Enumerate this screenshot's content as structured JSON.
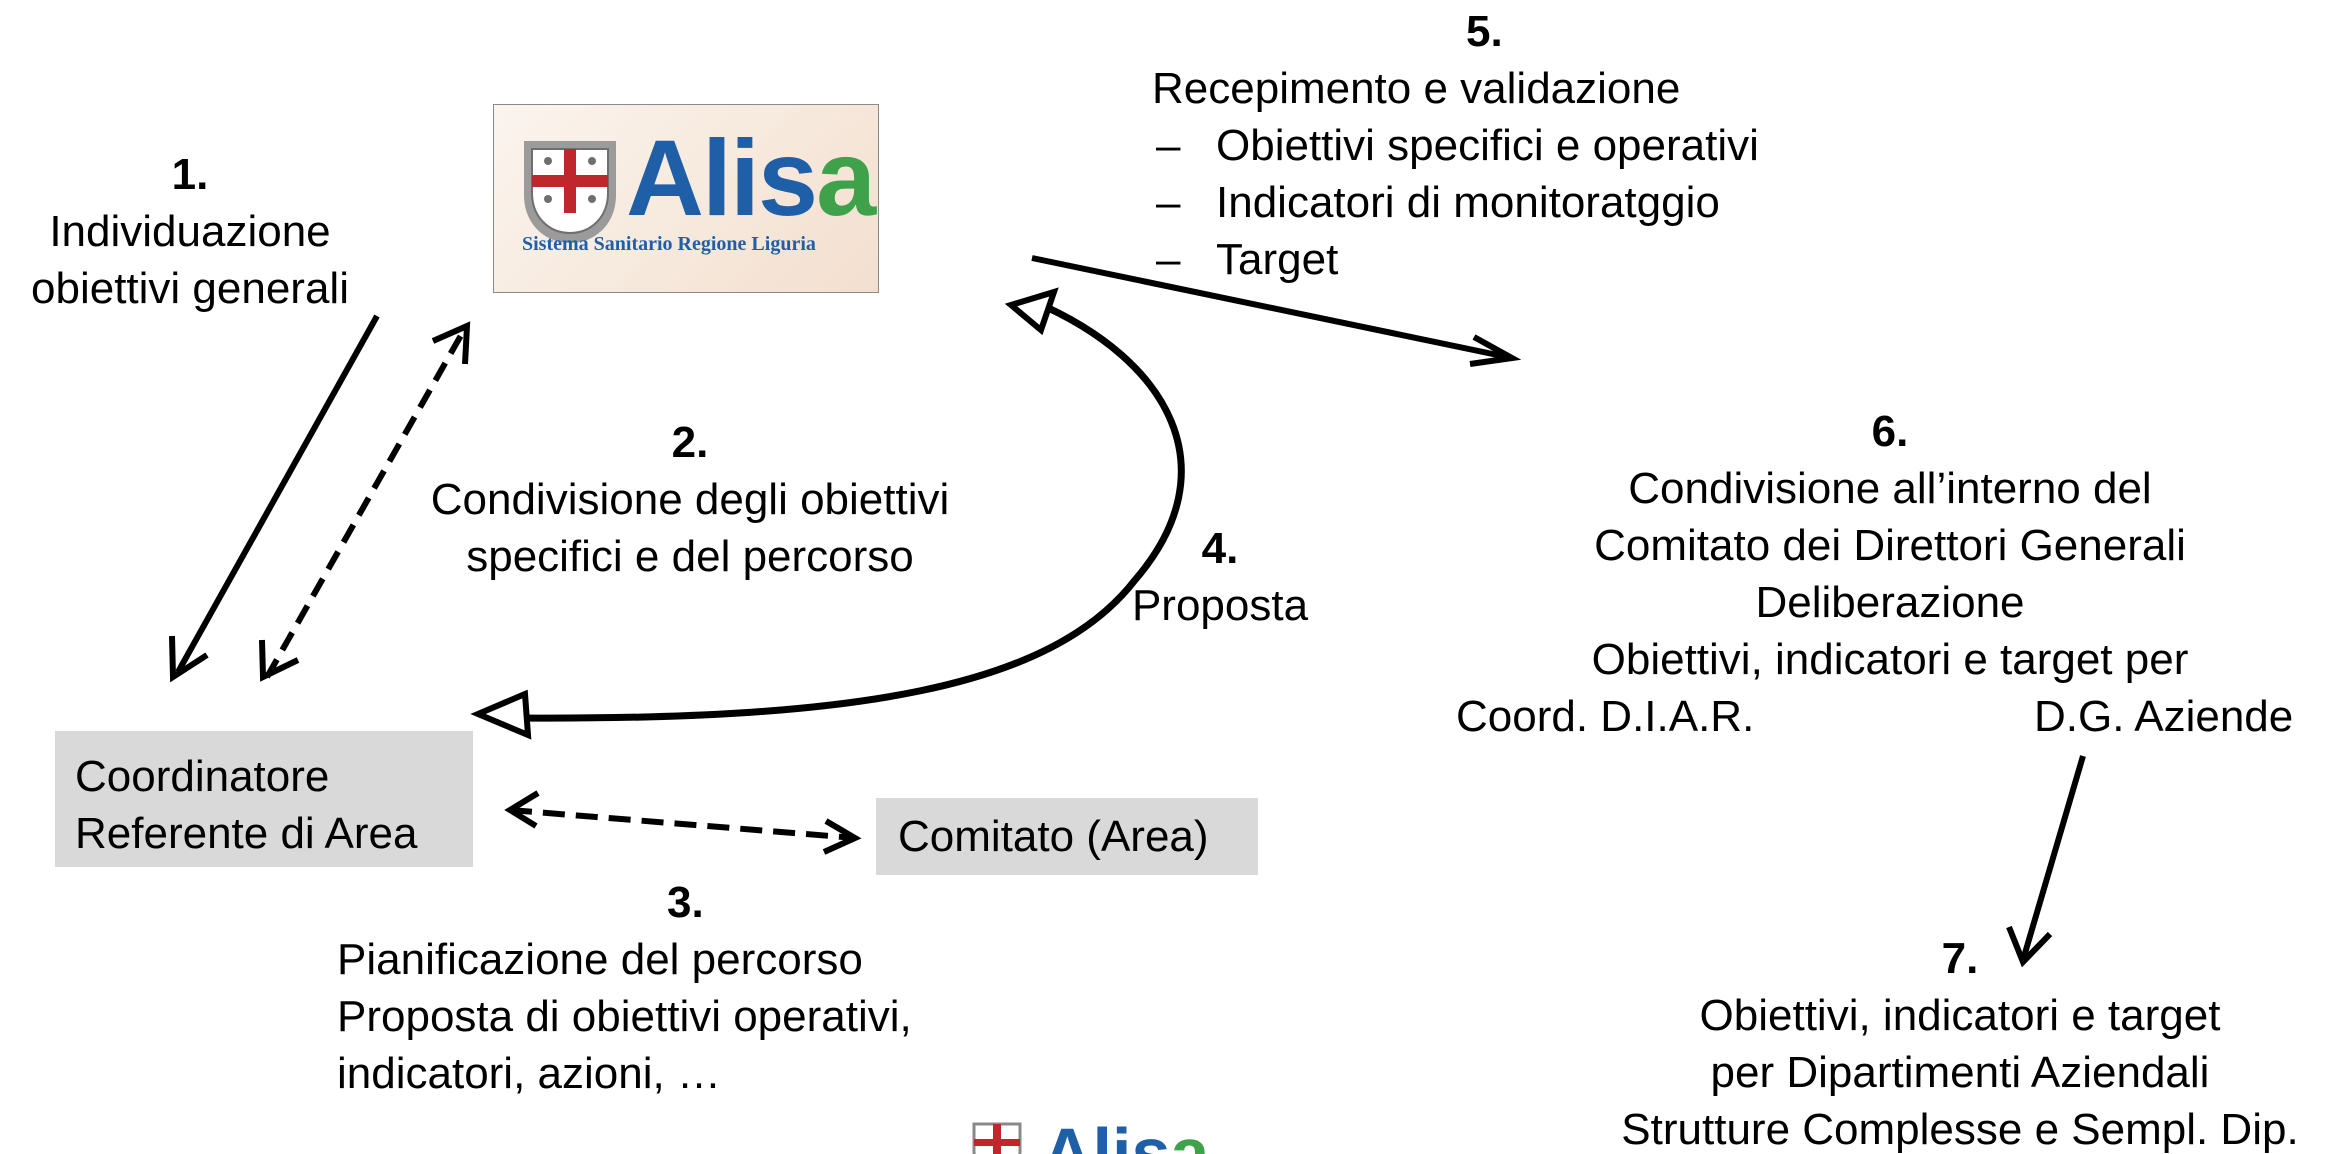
{
  "logo": {
    "word_main": "Alis",
    "word_accent": "a",
    "subtitle": "Sistema Sanitario Regione Liguria",
    "colors": {
      "blue": "#1f5fa8",
      "green": "#3fa14a",
      "shield_red": "#c0272d"
    }
  },
  "steps": {
    "s1": {
      "number": "1.",
      "lines": [
        "Individuazione",
        "obiettivi generali"
      ]
    },
    "s2": {
      "number": "2.",
      "lines": [
        "Condivisione degli obiettivi",
        "specifici e del percorso"
      ]
    },
    "s3": {
      "number": "3.",
      "lines": [
        "Pianificazione del percorso",
        "Proposta di obiettivi operativi,",
        "indicatori, azioni, …"
      ]
    },
    "s4": {
      "number": "4.",
      "lines": [
        "Proposta"
      ]
    },
    "s5": {
      "number": "5.",
      "title": "Recepimento e validazione",
      "bullets": [
        "Obiettivi specifici e operativi",
        "Indicatori di monitoratggio",
        "Target"
      ],
      "bullet_mark": "–"
    },
    "s6": {
      "number": "6.",
      "lines": [
        "Condivisione all’interno del",
        "Comitato dei Direttori Generali",
        "Deliberazione",
        "Obiettivi, indicatori e target per"
      ],
      "left_label": "Coord. D.I.A.R.",
      "right_label": "D.G. Aziende"
    },
    "s7": {
      "number": "7.",
      "lines": [
        "Obiettivi, indicatori e target",
        "per Dipartimenti Aziendali",
        "Strutture Complesse e Sempl. Dip."
      ]
    }
  },
  "boxes": {
    "coordinatore": [
      "Coordinatore",
      "Referente di Area"
    ],
    "comitato": "Comitato (Area)"
  },
  "icons": {
    "shield": "regione-liguria-shield-icon"
  }
}
